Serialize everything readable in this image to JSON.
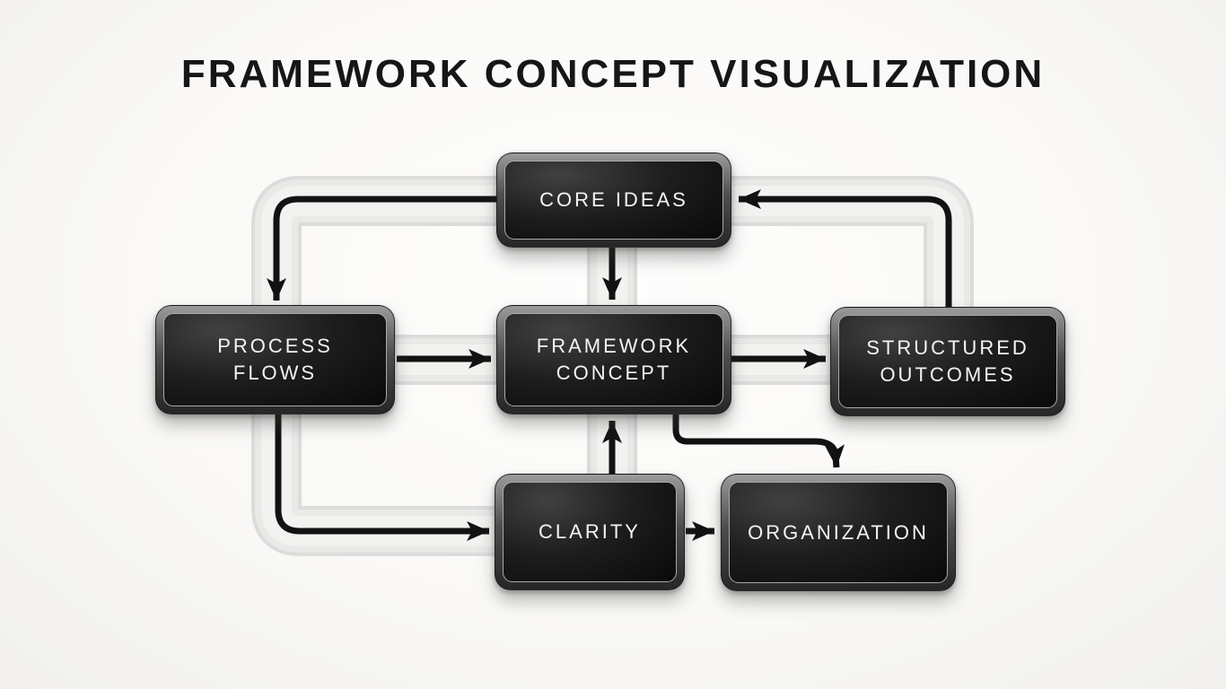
{
  "title": "FRAMEWORK CONCEPT VISUALIZATION",
  "diagram": {
    "nodes": [
      {
        "id": "core-ideas",
        "label": "CORE IDEAS"
      },
      {
        "id": "process-flows",
        "label": "PROCESS FLOWS"
      },
      {
        "id": "framework-concept",
        "label": "FRAMEWORK CONCEPT"
      },
      {
        "id": "structured-outcomes",
        "label": "STRUCTURED OUTCOMES"
      },
      {
        "id": "clarity",
        "label": "CLARITY"
      },
      {
        "id": "organization",
        "label": "ORGANIZATION"
      }
    ],
    "edges": [
      {
        "from": "core-ideas",
        "to": "process-flows"
      },
      {
        "from": "core-ideas",
        "to": "framework-concept"
      },
      {
        "from": "process-flows",
        "to": "framework-concept"
      },
      {
        "from": "framework-concept",
        "to": "structured-outcomes"
      },
      {
        "from": "structured-outcomes",
        "to": "core-ideas"
      },
      {
        "from": "framework-concept",
        "to": "organization"
      },
      {
        "from": "clarity",
        "to": "framework-concept"
      },
      {
        "from": "process-flows",
        "to": "clarity"
      },
      {
        "from": "clarity",
        "to": "organization"
      }
    ],
    "colors": {
      "background": "#fbfaf8",
      "ghost_track": "#e9e9e8",
      "arrow": "#121212",
      "node_rim": "#5a5a5a",
      "node_fill": "#121212",
      "node_text": "#f4f4f4",
      "title_text": "#161616"
    }
  }
}
